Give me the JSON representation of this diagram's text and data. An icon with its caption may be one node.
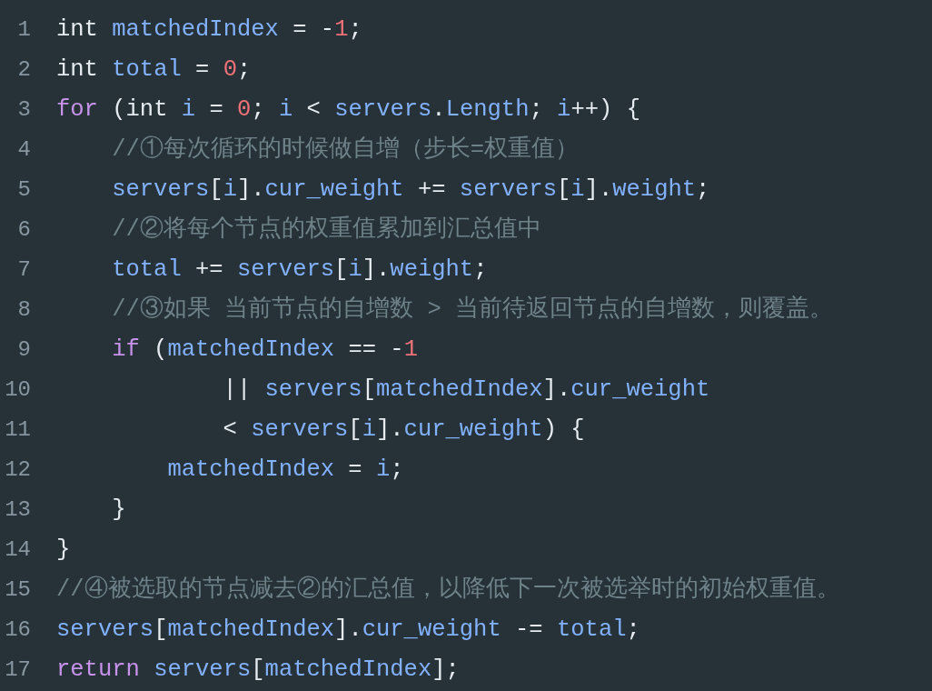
{
  "diagram": {
    "labels": [
      "1",
      "int matchedIndex = -1;",
      "2",
      "int total = 0;",
      "3",
      "for (int i = 0; i < servers.Length; i++) {",
      "4",
      "//①每次循环的时候做自增（步长=权重值）",
      "5",
      "servers[i].cur_weight += servers[i].weight;",
      "6",
      "//②将每个节点的权重值累加到汇总值中",
      "7",
      "total += servers[i].weight;",
      "8",
      "//③如果 当前节点的自增数 > 当前待返回节点的自增数，则覆盖。",
      "9",
      "if (matchedIndex == -1",
      "10",
      "|| servers[matchedIndex].cur_weight",
      "11",
      "< servers[i].cur_weight) {",
      "12",
      "matchedIndex = i;",
      "13",
      "}",
      "14",
      "}",
      "15",
      "//④被选取的节点减去②的汇总值，以降低下一次被选举时的初始权重值。",
      "16",
      "servers[matchedIndex].cur_weight -= total;",
      "17",
      "return servers[matchedIndex];"
    ]
  }
}
